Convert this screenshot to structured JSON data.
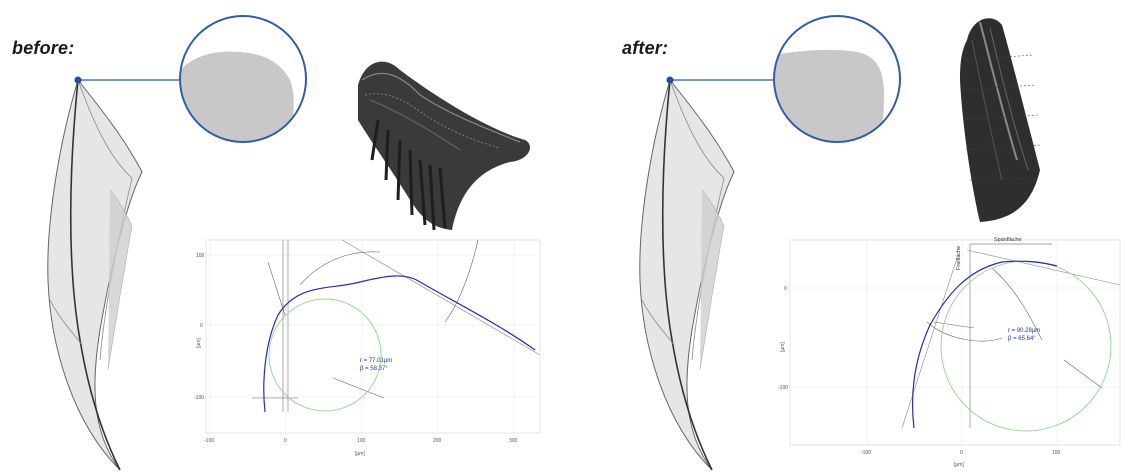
{
  "panels": {
    "before": {
      "heading": "before:",
      "radius_label": "r = 77.01µm",
      "beta_label": "β = 58.37°",
      "y_ticks": [
        "100",
        "0",
        "-100"
      ],
      "x_ticks": [
        "-100",
        "0",
        "100",
        "200",
        "300"
      ],
      "y_unit": "[µm]",
      "x_unit": "[µm]"
    },
    "after": {
      "heading": "after:",
      "radius_label": "r = 80.28µm",
      "beta_label": "β = 65.64°",
      "y_ticks": [
        "0",
        "-100"
      ],
      "x_ticks": [
        "-100",
        "0",
        "100"
      ],
      "y_unit": "[µm]",
      "x_unit": "[µm]",
      "span_label": "Spanfläche",
      "face_label": "Freifläche"
    }
  },
  "colors": {
    "profile_curve": "#2a2ab8",
    "fit_circle": "#9ad89a",
    "leader_line": "#2e5ea8",
    "magnifier_ring": "#2e5ea8",
    "blade_fill": "#dcdcdc"
  }
}
